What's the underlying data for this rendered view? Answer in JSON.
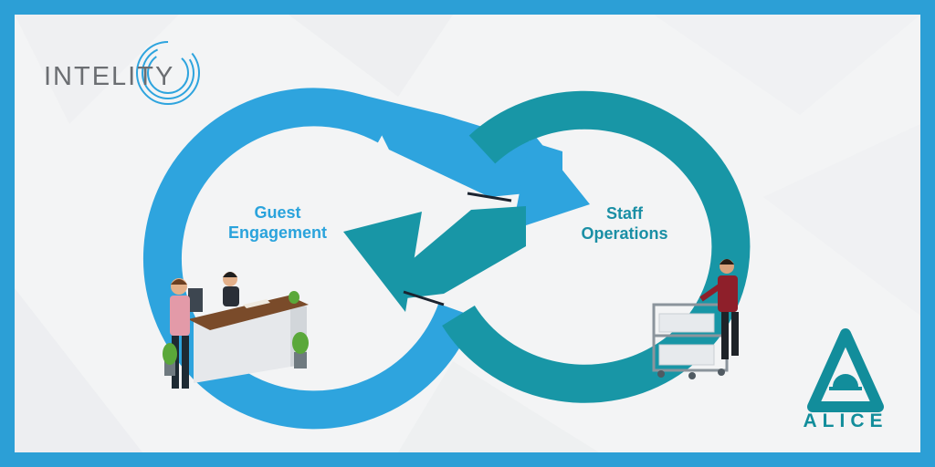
{
  "logos": {
    "left": "INTELITY",
    "right": "ALICE"
  },
  "diagram": {
    "left_node": {
      "line1": "Guest",
      "line2": "Engagement"
    },
    "right_node": {
      "line1": "Staff",
      "line2": "Operations"
    }
  },
  "colors": {
    "frame": "#2c9fd6",
    "loop_blue": "#2ea4de",
    "loop_teal": "#1896a6",
    "background": "#f3f4f5"
  }
}
